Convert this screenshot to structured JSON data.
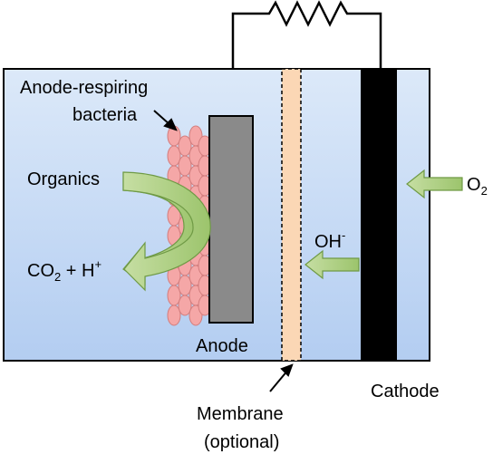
{
  "labels": {
    "bacteria_line1": "Anode-respiring",
    "bacteria_line2": "bacteria",
    "organics": "Organics",
    "co2": "CO",
    "co2_sub": "2",
    "co2_plus_h": " + H",
    "h_sup": "+",
    "oh": "OH",
    "oh_sup": "-",
    "o2": "O",
    "o2_sub": "2",
    "anode": "Anode",
    "cathode": "Cathode",
    "membrane_line1": "Membrane",
    "membrane_line2": "(optional)"
  },
  "colors": {
    "chamber_top": "#dce9f9",
    "chamber_bottom": "#b3cdf1",
    "anode": "#8a8a8a",
    "cathode": "#000000",
    "membrane": "#fbd7b5",
    "bacteria": "#f5a7a7",
    "arrow_green": "#a6cb7a"
  }
}
